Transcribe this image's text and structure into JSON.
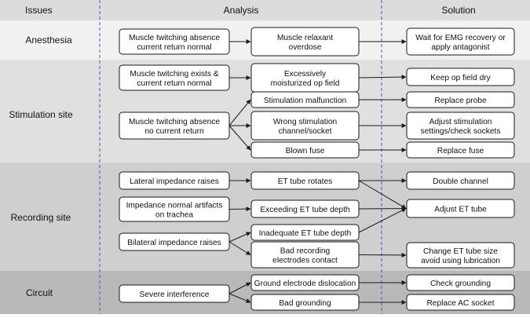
{
  "headers": {
    "issues": "Issues",
    "analysis": "Analysis",
    "solution": "Solution"
  },
  "sections": {
    "anesthesia": "Anesthesia",
    "stimulation": "Stimulation site",
    "recording": "Recording site",
    "circuit": "Circuit"
  },
  "nodes": {
    "a_cause": [
      "Muscle twitching absence",
      "current return normal"
    ],
    "a_analysis": [
      "Muscle relaxant",
      "overdose"
    ],
    "a_solution": [
      "Wait for EMG recovery or",
      "apply antagonist"
    ],
    "s_cause1": [
      "Muscle twitching exists &",
      "current return normal"
    ],
    "s_analysis1": [
      "Excessively",
      "moisturized op field"
    ],
    "s_solution1": [
      "Keep op field dry"
    ],
    "s_analysis2": [
      "Stimulation malfunction"
    ],
    "s_solution2": [
      "Replace probe"
    ],
    "s_cause2": [
      "Muscle twitching absence",
      "no current return"
    ],
    "s_analysis3": [
      "Wrong stimulation",
      "channel/socket"
    ],
    "s_solution3": [
      "Adjust stimulation",
      "settings/check sockets"
    ],
    "s_analysis4": [
      "Blown fuse"
    ],
    "s_solution4": [
      "Replace fuse"
    ],
    "r_cause1": [
      "Lateral impedance raises"
    ],
    "r_analysis1": [
      "ET tube rotates"
    ],
    "r_solution1": [
      "Double channel"
    ],
    "r_cause2": [
      "Impedance normal artifacts",
      "on trachea"
    ],
    "r_analysis2": [
      "Exceeding ET tube depth"
    ],
    "r_solution2": [
      "Adjust ET tube"
    ],
    "r_cause3": [
      "Bilateral impedance raises"
    ],
    "r_analysis3": [
      "Inadequate ET tube depth"
    ],
    "r_analysis4": [
      "Bad recording",
      "electrodes contact"
    ],
    "r_solution3": [
      "Change ET tube size",
      "avoid using lubrication"
    ],
    "c_cause": [
      "Severe interference"
    ],
    "c_analysis1": [
      "Ground electrode dislocation"
    ],
    "c_solution1": [
      "Check grounding"
    ],
    "c_analysis2": [
      "Bad grounding"
    ],
    "c_solution2": [
      "Replace AC socket"
    ]
  },
  "colors": {
    "header_band": "#dcdcdc",
    "anesthesia_band": "#f1f1f1",
    "stimulation_band": "#e0e0e0",
    "recording_band": "#cfcfcf",
    "circuit_band": "#b9b9b9",
    "divider": "#3a5fa8",
    "box_border": "#1a1a1a",
    "text": "#111111"
  }
}
